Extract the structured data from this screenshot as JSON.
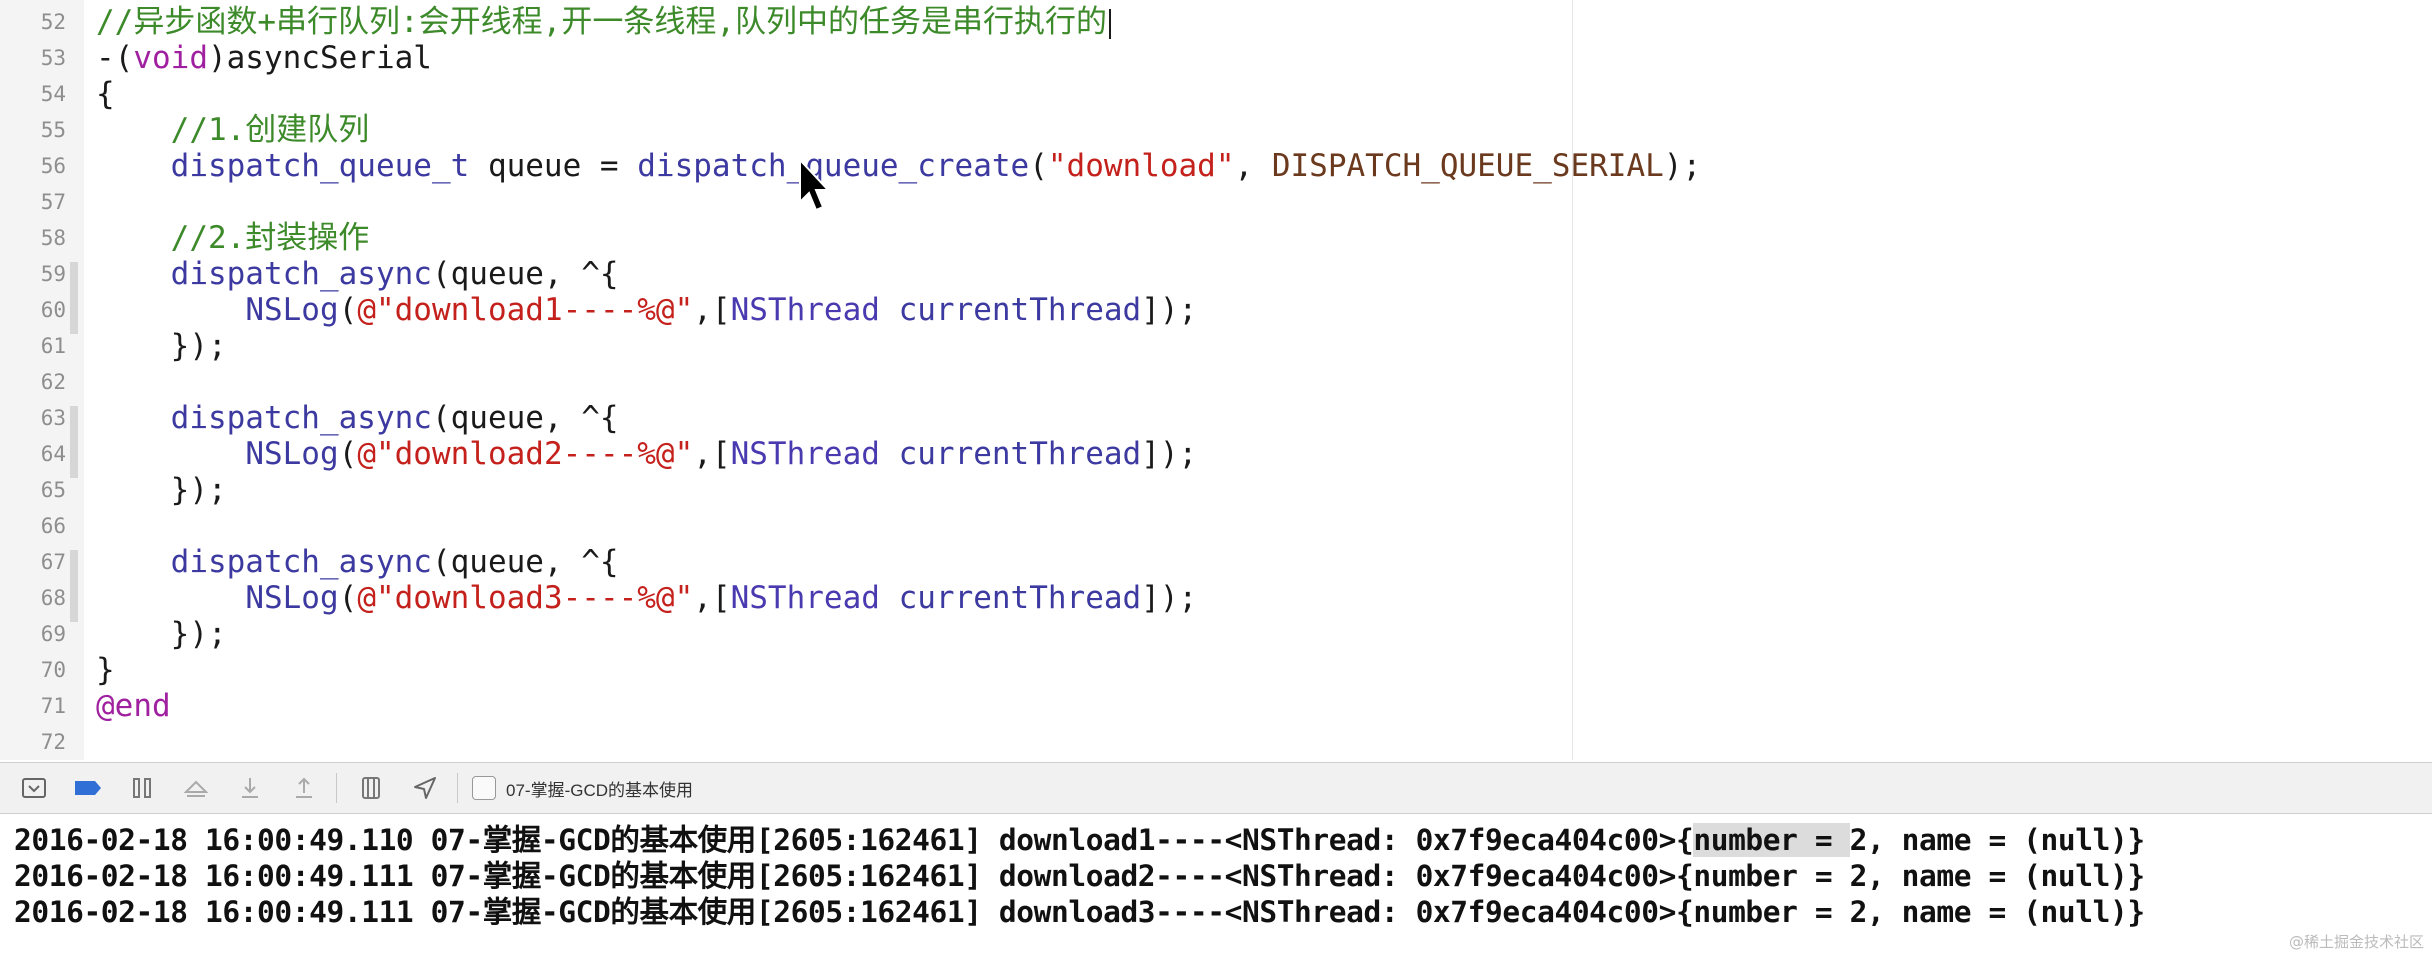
{
  "editor": {
    "lines": [
      {
        "num": "52",
        "parts": [
          {
            "t": "//异步函数+串行队列:会开线程,开一条线程,队列中的任务是串行执行的",
            "c": "comment"
          }
        ],
        "caret": true
      },
      {
        "num": "53",
        "parts": [
          {
            "t": "-(",
            "c": "plain"
          },
          {
            "t": "void",
            "c": "kw"
          },
          {
            "t": ")asyncSerial",
            "c": "plain"
          }
        ]
      },
      {
        "num": "54",
        "parts": [
          {
            "t": "{",
            "c": "plain"
          }
        ]
      },
      {
        "num": "55",
        "parts": [
          {
            "t": "    //1.创建队列",
            "c": "comment"
          }
        ]
      },
      {
        "num": "56",
        "parts": [
          {
            "t": "    ",
            "c": "plain"
          },
          {
            "t": "dispatch_queue_t",
            "c": "fn"
          },
          {
            "t": " queue = ",
            "c": "plain"
          },
          {
            "t": "dispatch_queue_create",
            "c": "fn"
          },
          {
            "t": "(",
            "c": "plain"
          },
          {
            "t": "\"download\"",
            "c": "str"
          },
          {
            "t": ", ",
            "c": "plain"
          },
          {
            "t": "DISPATCH_QUEUE_SERIAL",
            "c": "const"
          },
          {
            "t": ");",
            "c": "plain"
          }
        ]
      },
      {
        "num": "57",
        "parts": []
      },
      {
        "num": "58",
        "parts": [
          {
            "t": "    //2.封装操作",
            "c": "comment"
          }
        ]
      },
      {
        "num": "59",
        "parts": [
          {
            "t": "    ",
            "c": "plain"
          },
          {
            "t": "dispatch_async",
            "c": "fn"
          },
          {
            "t": "(queue, ^{",
            "c": "plain"
          }
        ]
      },
      {
        "num": "60",
        "parts": [
          {
            "t": "        ",
            "c": "plain"
          },
          {
            "t": "NSLog",
            "c": "fn"
          },
          {
            "t": "(",
            "c": "plain"
          },
          {
            "t": "@\"download1----%@\"",
            "c": "str"
          },
          {
            "t": ",[",
            "c": "plain"
          },
          {
            "t": "NSThread",
            "c": "cls"
          },
          {
            "t": " ",
            "c": "plain"
          },
          {
            "t": "currentThread",
            "c": "fn"
          },
          {
            "t": "]);",
            "c": "plain"
          }
        ]
      },
      {
        "num": "61",
        "parts": [
          {
            "t": "    });",
            "c": "plain"
          }
        ]
      },
      {
        "num": "62",
        "parts": []
      },
      {
        "num": "63",
        "parts": [
          {
            "t": "    ",
            "c": "plain"
          },
          {
            "t": "dispatch_async",
            "c": "fn"
          },
          {
            "t": "(queue, ^{",
            "c": "plain"
          }
        ]
      },
      {
        "num": "64",
        "parts": [
          {
            "t": "        ",
            "c": "plain"
          },
          {
            "t": "NSLog",
            "c": "fn"
          },
          {
            "t": "(",
            "c": "plain"
          },
          {
            "t": "@\"download2----%@\"",
            "c": "str"
          },
          {
            "t": ",[",
            "c": "plain"
          },
          {
            "t": "NSThread",
            "c": "cls"
          },
          {
            "t": " ",
            "c": "plain"
          },
          {
            "t": "currentThread",
            "c": "fn"
          },
          {
            "t": "]);",
            "c": "plain"
          }
        ]
      },
      {
        "num": "65",
        "parts": [
          {
            "t": "    });",
            "c": "plain"
          }
        ]
      },
      {
        "num": "66",
        "parts": []
      },
      {
        "num": "67",
        "parts": [
          {
            "t": "    ",
            "c": "plain"
          },
          {
            "t": "dispatch_async",
            "c": "fn"
          },
          {
            "t": "(queue, ^{",
            "c": "plain"
          }
        ]
      },
      {
        "num": "68",
        "parts": [
          {
            "t": "        ",
            "c": "plain"
          },
          {
            "t": "NSLog",
            "c": "fn"
          },
          {
            "t": "(",
            "c": "plain"
          },
          {
            "t": "@\"download3----%@\"",
            "c": "str"
          },
          {
            "t": ",[",
            "c": "plain"
          },
          {
            "t": "NSThread",
            "c": "cls"
          },
          {
            "t": " ",
            "c": "plain"
          },
          {
            "t": "currentThread",
            "c": "fn"
          },
          {
            "t": "]);",
            "c": "plain"
          }
        ]
      },
      {
        "num": "69",
        "parts": [
          {
            "t": "    });",
            "c": "plain"
          }
        ]
      },
      {
        "num": "70",
        "parts": [
          {
            "t": "}",
            "c": "plain"
          }
        ]
      },
      {
        "num": "71",
        "parts": [
          {
            "t": "@end",
            "c": "kw"
          }
        ]
      },
      {
        "num": "72",
        "parts": []
      }
    ]
  },
  "debugbar": {
    "target": "07-掌握-GCD的基本使用",
    "icons": [
      "hide-console-icon",
      "breakpoints-icon",
      "pause-icon",
      "step-over-icon",
      "step-into-icon",
      "step-out-icon",
      "view-hierarchy-icon",
      "location-icon"
    ]
  },
  "console": {
    "lines": [
      {
        "pre": "2016-02-18 16:00:49.110 07-掌握-GCD的基本使用[2605:162461] download1----<NSThread: 0x7f9eca404c00>{",
        "hl": "number = ",
        "post": "2, name = (null)}"
      },
      {
        "pre": "2016-02-18 16:00:49.111 07-掌握-GCD的基本使用[2605:162461] download2----<NSThread: 0x7f9eca404c00>{",
        "hl": "",
        "post": "number = 2, name = (null)}"
      },
      {
        "pre": "2016-02-18 16:00:49.111 07-掌握-GCD的基本使用[2605:162461] download3----<NSThread: 0x7f9eca404c00>{",
        "hl": "",
        "post": "number = 2, name = (null)}"
      }
    ]
  },
  "watermark": "@稀土掘金技术社区"
}
